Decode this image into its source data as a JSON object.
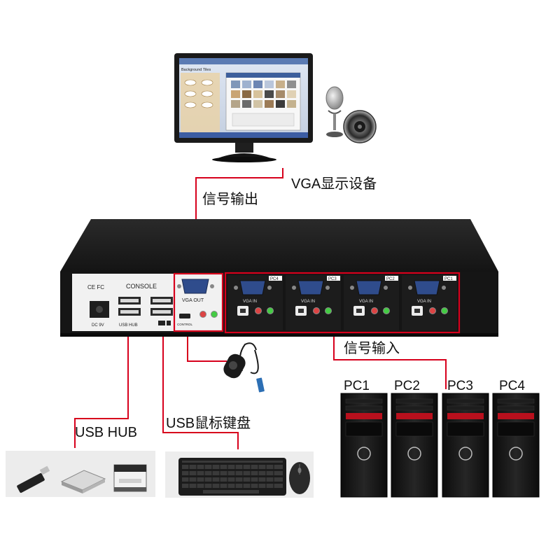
{
  "labels": {
    "vga_display": "VGA显示设备",
    "signal_output": "信号输出",
    "signal_input": "信号输入",
    "usb_hub": "USB HUB",
    "usb_mouse_keyboard": "USB鼠标键盘"
  },
  "device": {
    "console": "CONSOLE",
    "ce_fc": "CE  FC",
    "dc_label": "DC 9V",
    "usb_hub_label": "USB HUB",
    "vga_out": "VGA OUT",
    "control": "CONTROL",
    "vga_in": "VGA IN",
    "ports": [
      "PC4",
      "PC3",
      "PC2",
      "PC1"
    ]
  },
  "pcs": [
    "PC1",
    "PC2",
    "PC3",
    "PC4"
  ],
  "monitor_window_title": "Background Tiles",
  "colors": {
    "accent_line": "#d7001c",
    "device_body": "#1b1b1b",
    "faceplate": "#f1f1f1",
    "tower": "#111111"
  }
}
